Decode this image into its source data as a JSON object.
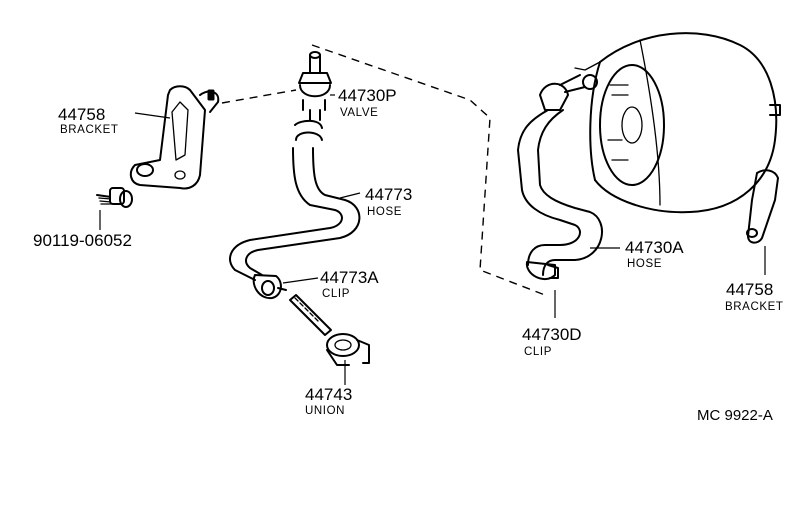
{
  "callouts": {
    "bracket_left": {
      "number": "44758",
      "name": "BRACKET"
    },
    "valve": {
      "number": "44730P",
      "name": "VALVE"
    },
    "hose_upper": {
      "number": "44773",
      "name": "HOSE"
    },
    "bolt": {
      "number": "90119-06052"
    },
    "clip_lower": {
      "number": "44773A",
      "name": "CLIP"
    },
    "union": {
      "number": "44743",
      "name": "UNION"
    },
    "hose_right": {
      "number": "44730A",
      "name": "HOSE"
    },
    "clip_right": {
      "number": "44730D",
      "name": "CLIP"
    },
    "bracket_right": {
      "number": "44758",
      "name": "BRACKET"
    }
  },
  "reference_code": "MC  9922-A"
}
